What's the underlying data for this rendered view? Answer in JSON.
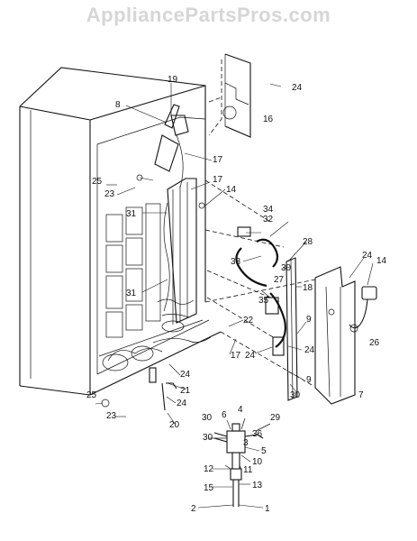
{
  "watermark": "AppliancePartsPros.com",
  "callouts": {
    "c1": "1",
    "c2": "2",
    "c3": "3",
    "c4": "4",
    "c5": "5",
    "c6": "6",
    "c7": "7",
    "c8": "8",
    "c9a": "9",
    "c9b": "9",
    "c10": "10",
    "c11": "11",
    "c12": "12",
    "c13": "13",
    "c14a": "14",
    "c14b": "14",
    "c15": "15",
    "c16": "16",
    "c17a": "17",
    "c17b": "17",
    "c17c": "17",
    "c18": "18",
    "c19": "19",
    "c20": "20",
    "c21": "21",
    "c22": "22",
    "c23a": "23",
    "c23b": "23",
    "c24a": "24",
    "c24b": "24",
    "c24c": "24",
    "c24d": "24",
    "c24e": "24",
    "c24f": "24",
    "c25a": "25",
    "c25b": "25",
    "c26": "26",
    "c27": "27",
    "c28": "28",
    "c29": "29",
    "c30a": "30",
    "c30b": "30",
    "c30c": "30",
    "c30d": "30",
    "c31a": "31",
    "c31b": "31",
    "c32": "32",
    "c33": "33",
    "c34": "34",
    "c35": "35",
    "c36": "36"
  }
}
